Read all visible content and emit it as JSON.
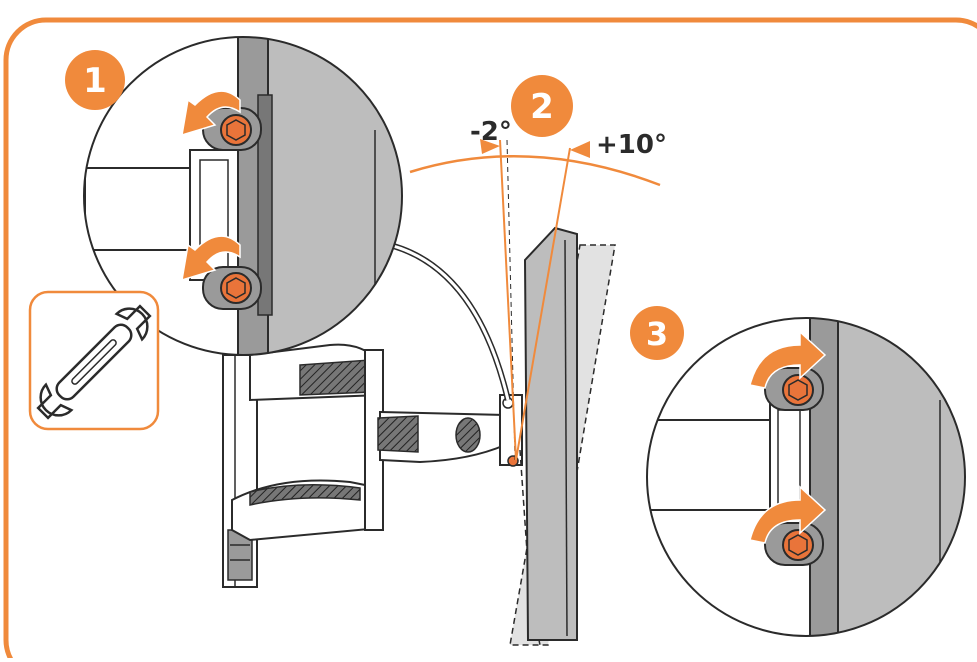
{
  "steps": [
    {
      "number": "1"
    },
    {
      "number": "2"
    },
    {
      "number": "3"
    }
  ],
  "tilt": {
    "min_label": "-2°",
    "max_label": "+10°"
  },
  "tool_icon": "open-end-wrench-icon",
  "colors": {
    "accent": "#F08A3C",
    "outline": "#2B2B2B",
    "screen_gray": "#BDBDBD",
    "dark_gray": "#555555",
    "bolt_orange": "#E9743A"
  }
}
